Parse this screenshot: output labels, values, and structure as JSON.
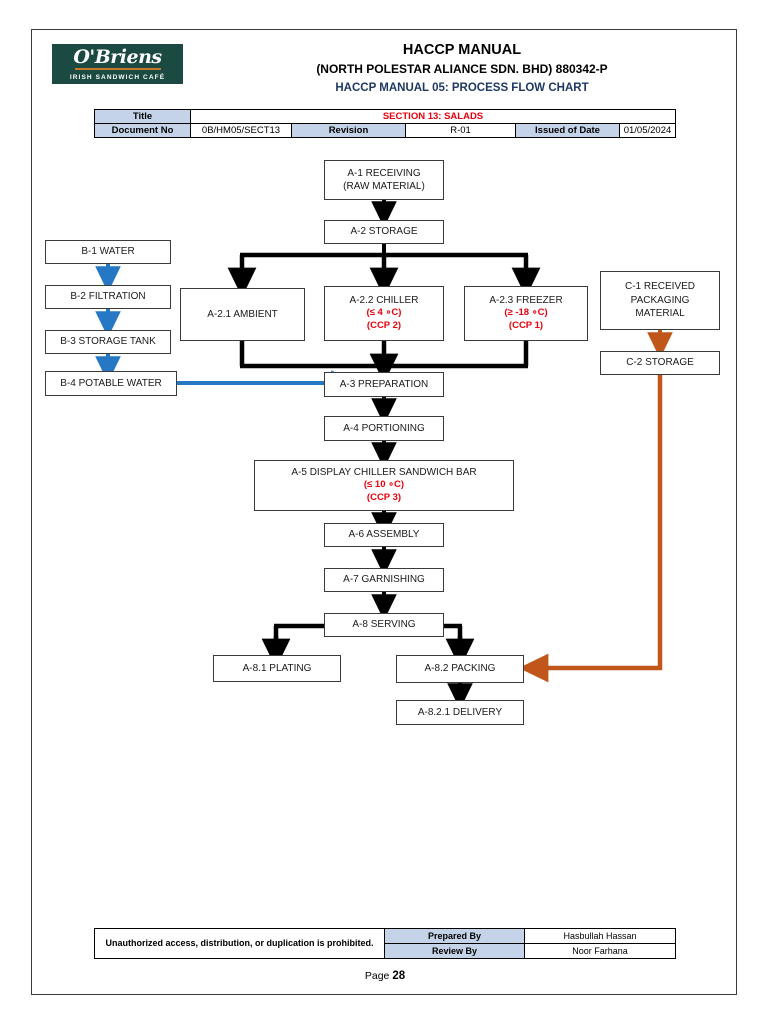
{
  "document": {
    "brand": {
      "script": "O'Briens",
      "tagline": "IRISH SANDWICH CAFÉ"
    },
    "title_line1": "HACCP MANUAL",
    "title_line2": "(NORTH POLESTAR ALIANCE SDN. BHD) 880342-P",
    "title_line3": "HACCP MANUAL 05: PROCESS FLOW CHART",
    "page_label": "Page",
    "page_number": "28"
  },
  "meta": {
    "title_label": "Title",
    "title_value": "SECTION 13: SALADS",
    "docno_label": "Document No",
    "docno_value": "0B/HM05/SECT13",
    "revision_label": "Revision",
    "revision_value": "R-01",
    "issued_label": "Issued of Date",
    "issued_value": "01/05/2024"
  },
  "footer": {
    "notice": "Unauthorized access, distribution, or duplication is prohibited.",
    "prepared_label": "Prepared By",
    "prepared_value": "Hasbullah Hassan",
    "review_label": "Review By",
    "review_value": "Noor Farhana"
  },
  "colors": {
    "brand_green": "#1b4a42",
    "header_blue": "#1f3864",
    "table_header": "#c5d3e8",
    "ccp_red": "#e8000d",
    "water_arrow": "#2778c4",
    "packaging_arrow": "#c0561a",
    "process_arrow": "#000000"
  },
  "chart_data": {
    "type": "diagram",
    "title": "HACCP MANUAL 05: PROCESS FLOW CHART",
    "nodes": [
      {
        "id": "A-1",
        "lines": [
          "A-1 RECEIVING",
          "(RAW MATERIAL)"
        ],
        "branch": "product"
      },
      {
        "id": "A-2",
        "lines": [
          "A-2 STORAGE"
        ],
        "branch": "product"
      },
      {
        "id": "A-2.1",
        "lines": [
          "A-2.1 AMBIENT"
        ],
        "branch": "product"
      },
      {
        "id": "A-2.2",
        "lines": [
          "A-2.2 CHILLER"
        ],
        "ccp": [
          "(≤ 4 ∘C)",
          "(CCP 2)"
        ],
        "branch": "product"
      },
      {
        "id": "A-2.3",
        "lines": [
          "A-2.3 FREEZER"
        ],
        "ccp": [
          "(≥  -18 ∘C)",
          "(CCP 1)"
        ],
        "branch": "product"
      },
      {
        "id": "A-3",
        "lines": [
          "A-3 PREPARATION"
        ],
        "branch": "product"
      },
      {
        "id": "A-4",
        "lines": [
          "A-4 PORTIONING"
        ],
        "branch": "product"
      },
      {
        "id": "A-5",
        "lines": [
          "A-5 DISPLAY CHILLER SANDWICH BAR"
        ],
        "ccp": [
          "(≤ 10 ∘C)",
          "(CCP 3)"
        ],
        "branch": "product"
      },
      {
        "id": "A-6",
        "lines": [
          "A-6 ASSEMBLY"
        ],
        "branch": "product"
      },
      {
        "id": "A-7",
        "lines": [
          "A-7 GARNISHING"
        ],
        "branch": "product"
      },
      {
        "id": "A-8",
        "lines": [
          "A-8 SERVING"
        ],
        "branch": "product"
      },
      {
        "id": "A-8.1",
        "lines": [
          "A-8.1 PLATING"
        ],
        "branch": "product"
      },
      {
        "id": "A-8.2",
        "lines": [
          "A-8.2 PACKING"
        ],
        "branch": "product"
      },
      {
        "id": "A-8.2.1",
        "lines": [
          "A-8.2.1 DELIVERY"
        ],
        "branch": "product"
      },
      {
        "id": "B-1",
        "lines": [
          "B-1 WATER"
        ],
        "branch": "water"
      },
      {
        "id": "B-2",
        "lines": [
          "B-2 FILTRATION"
        ],
        "branch": "water"
      },
      {
        "id": "B-3",
        "lines": [
          "B-3 STORAGE TANK"
        ],
        "branch": "water"
      },
      {
        "id": "B-4",
        "lines": [
          "B-4 POTABLE WATER"
        ],
        "branch": "water"
      },
      {
        "id": "C-1",
        "lines": [
          "C-1 RECEIVED",
          "PACKAGING",
          "MATERIAL"
        ],
        "branch": "packaging"
      },
      {
        "id": "C-2",
        "lines": [
          "C-2 STORAGE"
        ],
        "branch": "packaging"
      }
    ],
    "edges": [
      {
        "from": "A-1",
        "to": "A-2",
        "color": "#000000"
      },
      {
        "from": "A-2",
        "to": "A-2.1",
        "color": "#000000"
      },
      {
        "from": "A-2",
        "to": "A-2.2",
        "color": "#000000"
      },
      {
        "from": "A-2",
        "to": "A-2.3",
        "color": "#000000"
      },
      {
        "from": "A-2.1",
        "to": "A-3",
        "color": "#000000"
      },
      {
        "from": "A-2.2",
        "to": "A-3",
        "color": "#000000"
      },
      {
        "from": "A-2.3",
        "to": "A-3",
        "color": "#000000"
      },
      {
        "from": "A-3",
        "to": "A-4",
        "color": "#000000"
      },
      {
        "from": "A-4",
        "to": "A-5",
        "color": "#000000"
      },
      {
        "from": "A-5",
        "to": "A-6",
        "color": "#000000"
      },
      {
        "from": "A-6",
        "to": "A-7",
        "color": "#000000"
      },
      {
        "from": "A-7",
        "to": "A-8",
        "color": "#000000"
      },
      {
        "from": "A-8",
        "to": "A-8.1",
        "color": "#000000"
      },
      {
        "from": "A-8",
        "to": "A-8.2",
        "color": "#000000"
      },
      {
        "from": "A-8.2",
        "to": "A-8.2.1",
        "color": "#000000"
      },
      {
        "from": "B-1",
        "to": "B-2",
        "color": "#2778c4"
      },
      {
        "from": "B-2",
        "to": "B-3",
        "color": "#2778c4"
      },
      {
        "from": "B-3",
        "to": "B-4",
        "color": "#2778c4"
      },
      {
        "from": "B-4",
        "to": "A-3",
        "color": "#2778c4"
      },
      {
        "from": "C-1",
        "to": "C-2",
        "color": "#c0561a"
      },
      {
        "from": "C-2",
        "to": "A-8.2",
        "color": "#c0561a"
      }
    ],
    "ccp_points": [
      {
        "node": "A-2.3",
        "label": "CCP 1",
        "limit": "≥ -18 ∘C"
      },
      {
        "node": "A-2.2",
        "label": "CCP 2",
        "limit": "≤ 4 ∘C"
      },
      {
        "node": "A-5",
        "label": "CCP 3",
        "limit": "≤ 10 ∘C"
      }
    ]
  }
}
